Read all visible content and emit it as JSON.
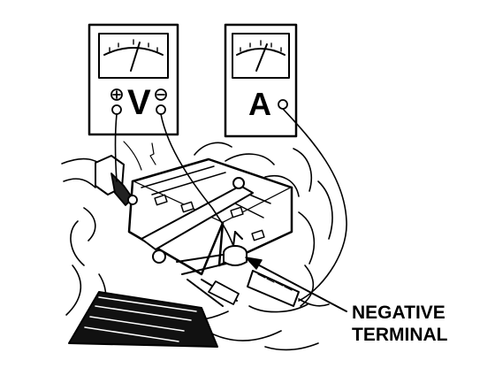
{
  "voltmeter": {
    "letter": "V",
    "positive_symbol": "plus-in-circle-icon",
    "negative_symbol": "minus-in-circle-icon"
  },
  "ammeter": {
    "letter": "A"
  },
  "callout": {
    "line1": "NEGATIVE",
    "line2": "TERMINAL"
  },
  "colors": {
    "ink": "#000000",
    "paper": "#ffffff"
  }
}
